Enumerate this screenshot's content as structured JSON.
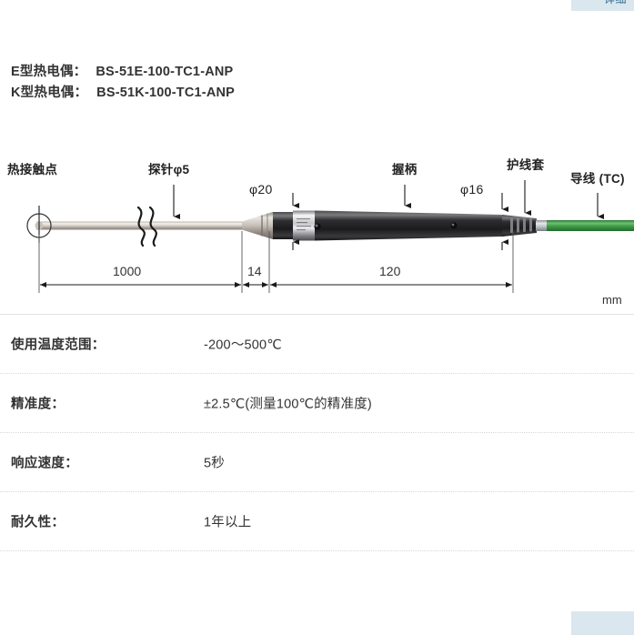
{
  "top_tab": {
    "label": "详细"
  },
  "models": {
    "rows": [
      {
        "type_label": "E型热电偶：",
        "code": "BS-51E-100-TC1-ANP"
      },
      {
        "type_label": "K型热电偶：",
        "code": "BS-51K-100-TC1-ANP"
      }
    ]
  },
  "diagram": {
    "callouts": {
      "thermal_contact": "热接触点",
      "probe": "探针φ5",
      "phi20": "φ20",
      "handle": "握柄",
      "phi16": "φ16",
      "cable_gland": "护线套",
      "lead_wire": "导线 (TC)"
    },
    "dimensions": {
      "probe_length": "1000",
      "taper_length": "14",
      "handle_length": "120",
      "unit": "mm"
    },
    "colors": {
      "cable": "#3d9e4a",
      "body": "#2b2b2b",
      "metal": "#b9b2aa",
      "chrome": "#d9d9d9"
    }
  },
  "specs": {
    "rows": [
      {
        "key": "使用温度范围：",
        "value": "-200～500℃"
      },
      {
        "key": "精准度：",
        "value": "±2.5℃(测量100℃的精准度)"
      },
      {
        "key": "响应速度：",
        "value": "5秒"
      },
      {
        "key": "耐久性：",
        "value": "1年以上"
      }
    ]
  }
}
